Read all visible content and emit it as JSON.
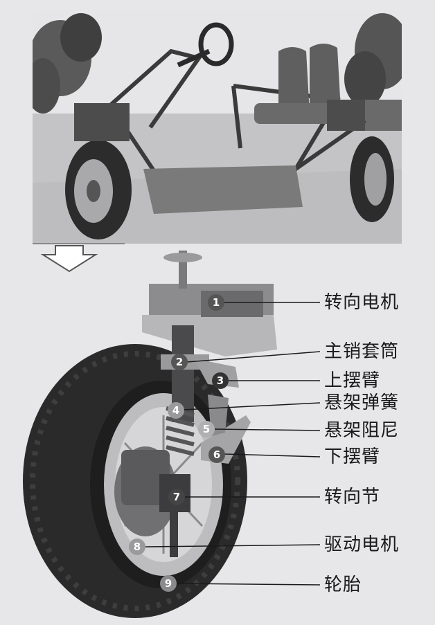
{
  "callouts": [
    {
      "num": "1",
      "label": "转向电机"
    },
    {
      "num": "2",
      "label": "主销套筒"
    },
    {
      "num": "3",
      "label": "上摆臂"
    },
    {
      "num": "4",
      "label": "悬架弹簧"
    },
    {
      "num": "5",
      "label": "悬架阻尼"
    },
    {
      "num": "6",
      "label": "下摆臂"
    },
    {
      "num": "7",
      "label": "转向节"
    },
    {
      "num": "8",
      "label": "驱动电机"
    },
    {
      "num": "9",
      "label": "轮胎"
    }
  ],
  "colors": {
    "background": "#e7e7e9",
    "line": "#1a1a1a",
    "marker": "#555555",
    "tire": "#2a2a2a"
  }
}
